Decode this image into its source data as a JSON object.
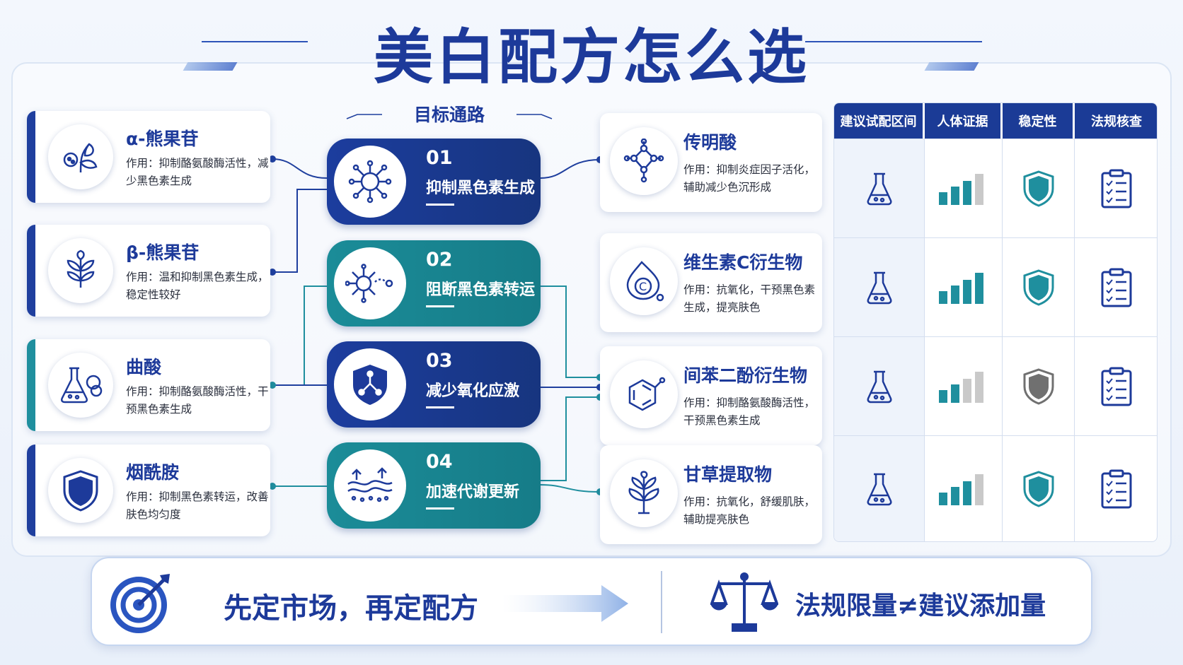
{
  "title": "美白配方怎么选",
  "pathway_header": "目标通路",
  "ingredients_left": [
    {
      "name": "α-熊果苷",
      "desc": "作用：抑制酪氨酸酶活性，减少黑色素生成",
      "icon": "leaf-molecule-icon"
    },
    {
      "name": "β-熊果苷",
      "desc": "作用：温和抑制黑色素生成，稳定性较好",
      "icon": "plant-sprig-icon"
    },
    {
      "name": "曲酸",
      "desc": "作用：抑制酪氨酸酶活性，干预黑色素生成",
      "icon": "flask-icon"
    },
    {
      "name": "烟酰胺",
      "desc": "作用：抑制黑色素转运，改善肤色均匀度",
      "icon": "shield-icon"
    }
  ],
  "pathways": [
    {
      "num": "01",
      "label": "抑制黑色素生成",
      "icon": "virus-icon"
    },
    {
      "num": "02",
      "label": "阻断黑色素转运",
      "icon": "transport-icon"
    },
    {
      "num": "03",
      "label": "减少氧化应激",
      "icon": "shield-molecule-icon"
    },
    {
      "num": "04",
      "label": "加速代谢更新",
      "icon": "skin-layer-icon"
    }
  ],
  "ingredients_right": [
    {
      "name": "传明酸",
      "desc": "作用：抑制炎症因子活化，辅助减少色沉形成",
      "icon": "molecule-icon"
    },
    {
      "name": "维生素C衍生物",
      "desc": "作用：抗氧化，干预黑色素生成，提亮肤色",
      "icon": "vitamin-c-icon"
    },
    {
      "name": "间苯二酚衍生物",
      "desc": "作用：抑制酪氨酸酶活性，干预黑色素生成",
      "icon": "benzene-ring-icon"
    },
    {
      "name": "甘草提取物",
      "desc": "作用：抗氧化，舒缓肌肤，辅助提亮肤色",
      "icon": "herb-icon"
    }
  ],
  "table": {
    "headers": [
      "建议试配区间",
      "人体证据",
      "稳定性",
      "法规核查"
    ],
    "rows": [
      {
        "evidence_level": 0.75,
        "stability_color": "#1f8f9e"
      },
      {
        "evidence_level": 1.0,
        "stability_color": "#1f8f9e"
      },
      {
        "evidence_level": 0.5,
        "stability_color": "#707070"
      },
      {
        "evidence_level": 0.75,
        "stability_color": "#1f8f9e"
      }
    ]
  },
  "bottom": {
    "left_text": "先定市场，再定配方",
    "right_text": "法规限量≠建议添加量",
    "left_icon": "target-icon",
    "right_icon": "scales-icon"
  },
  "colors": {
    "navy": "#1d3a9a",
    "teal": "#1f8f9e",
    "grey": "#c9c9c9"
  }
}
